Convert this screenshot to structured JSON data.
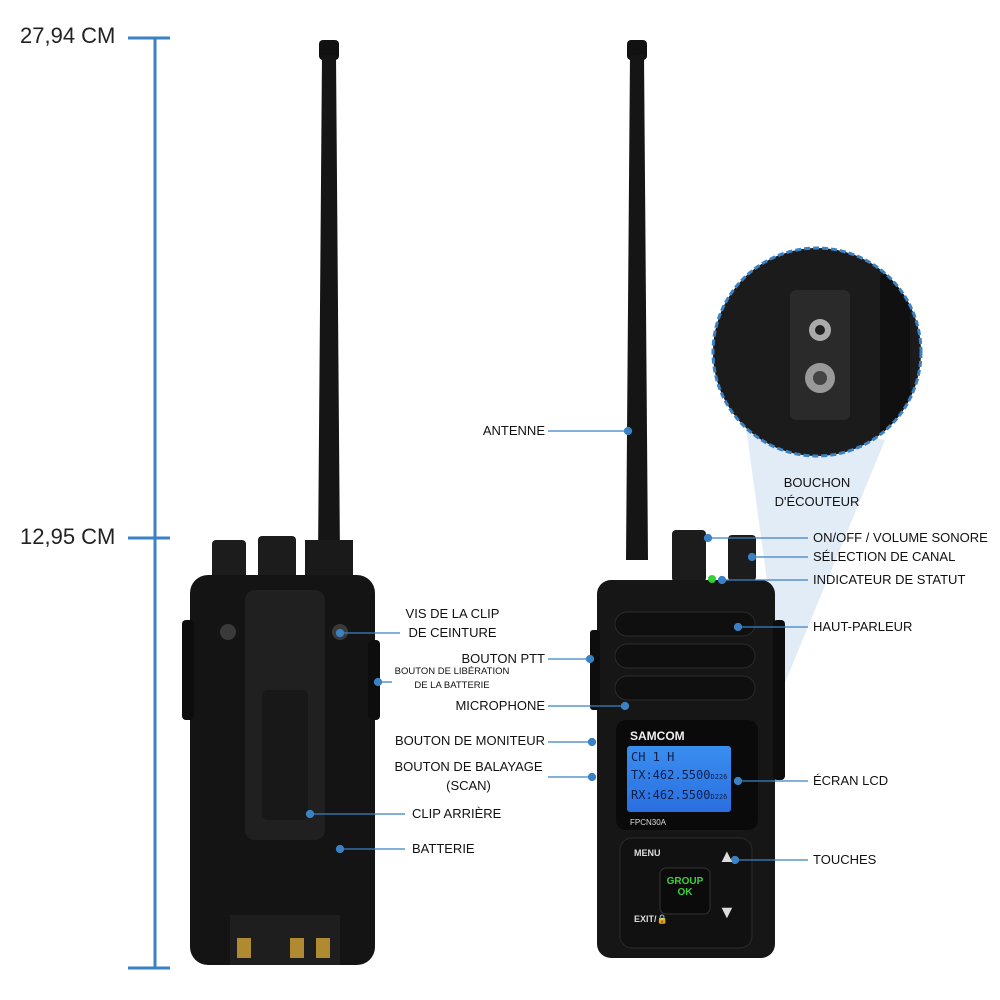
{
  "dimensions": {
    "total_height": "27,94 CM",
    "body_height": "12,95 CM"
  },
  "accent_color": "#3b82c4",
  "back_view": {
    "labels": {
      "belt_clip_screw": [
        "VIS DE LA CLIP",
        "DE CEINTURE"
      ],
      "battery_release": [
        "BOUTON DE LIBÉRATION",
        "DE LA BATTERIE"
      ],
      "back_clip": "CLIP ARRIÈRE",
      "battery": "BATTERIE"
    }
  },
  "front_view": {
    "labels": {
      "antenna": "ANTENNE",
      "ptt": "BOUTON PTT",
      "microphone": "MICROPHONE",
      "monitor": "BOUTON DE MONITEUR",
      "scan": [
        "BOUTON DE BALAYAGE",
        "(SCAN)"
      ],
      "earphone_plug": [
        "BOUCHON",
        "D'ÉCOUTEUR"
      ],
      "power_volume": "ON/OFF / VOLUME SONORE",
      "channel": "SÉLECTION DE CANAL",
      "status": "INDICATEUR DE STATUT",
      "speaker": "HAUT-PARLEUR",
      "lcd": "ÉCRAN LCD",
      "keys": "TOUCHES"
    },
    "device": {
      "brand": "SAMCOM",
      "model": "FPCN30A",
      "lcd_lines": [
        "CH 1 H",
        "TX:462.5500",
        "RX:462.5500"
      ],
      "lcd_code": "D226",
      "keys": {
        "menu": "MENU",
        "exit": "EXIT/🔒",
        "group_ok": [
          "GROUP",
          "OK"
        ],
        "up": "▲",
        "down": "▼"
      }
    }
  }
}
